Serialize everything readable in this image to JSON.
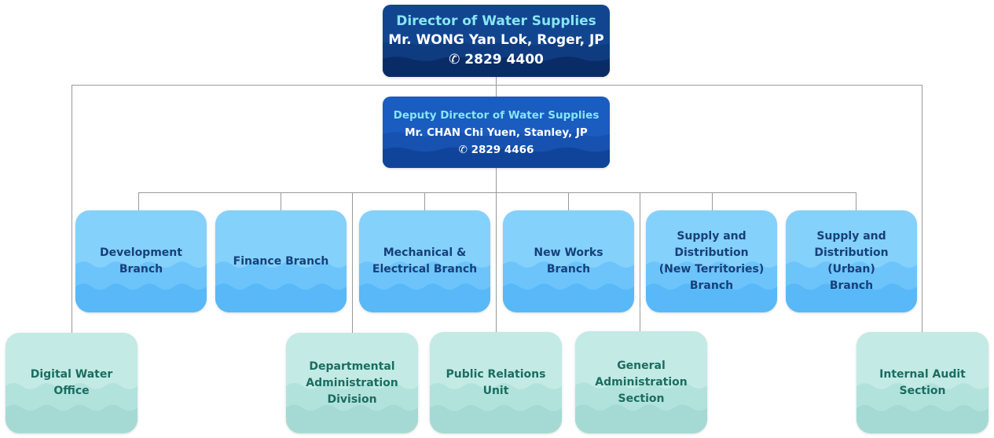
{
  "director": {
    "title": "Director of Water Supplies",
    "name": "Mr. WONG Yan Lok, Roger, JP",
    "phone": "✆ 2829 4400"
  },
  "deputy": {
    "title": "Deputy Director of Water Supplies",
    "name": "Mr. CHAN Chi Yuen, Stanley, JP",
    "phone": "✆ 2829 4466"
  },
  "branches": [
    {
      "lines": [
        "Development",
        "Branch"
      ]
    },
    {
      "lines": [
        "Finance Branch"
      ]
    },
    {
      "lines": [
        "Mechanical &",
        "Electrical Branch"
      ]
    },
    {
      "lines": [
        "New Works",
        "Branch"
      ]
    },
    {
      "lines": [
        "Supply and",
        "Distribution",
        "(New Territories)",
        "Branch"
      ]
    },
    {
      "lines": [
        "Supply and",
        "Distribution",
        "(Urban)",
        "Branch"
      ]
    }
  ],
  "units": [
    {
      "lines": [
        "Digital Water",
        "Office"
      ]
    },
    {
      "lines": [
        "Departmental",
        "Administration",
        "Division"
      ]
    },
    {
      "lines": [
        "Public Relations",
        "Unit"
      ]
    },
    {
      "lines": [
        "General",
        "Administration",
        "Section"
      ]
    },
    {
      "lines": [
        "Internal Audit",
        "Section"
      ]
    }
  ],
  "colors": {
    "director": "#124590",
    "deputy": "#1a5cc0",
    "branch": "#84d1fb",
    "unit": "#c3eae5"
  }
}
